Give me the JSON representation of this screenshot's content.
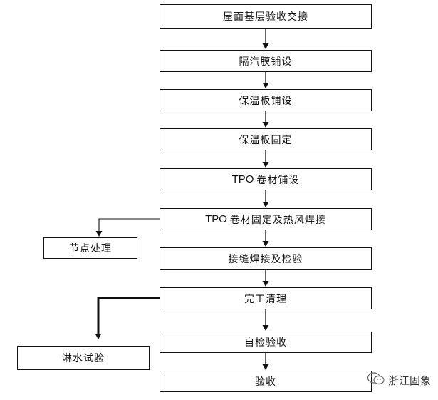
{
  "flowchart": {
    "steps": [
      {
        "text": "屋面基层验收交接"
      },
      {
        "text": "隔汽膜铺设"
      },
      {
        "text": "保温板铺设"
      },
      {
        "text": "保温板固定"
      },
      {
        "prefix": "TPO",
        "text": "卷材铺设"
      },
      {
        "prefix": "TPO",
        "text": "卷材固定及热风焊接"
      },
      {
        "text": "接缝焊接及检验"
      },
      {
        "text": "完工清理"
      },
      {
        "text": "自检验收"
      },
      {
        "text": "验收"
      }
    ],
    "side_branches": [
      {
        "text": "节点处理"
      },
      {
        "text": "淋水试验"
      }
    ]
  },
  "watermark": {
    "text": "浙江固象"
  }
}
